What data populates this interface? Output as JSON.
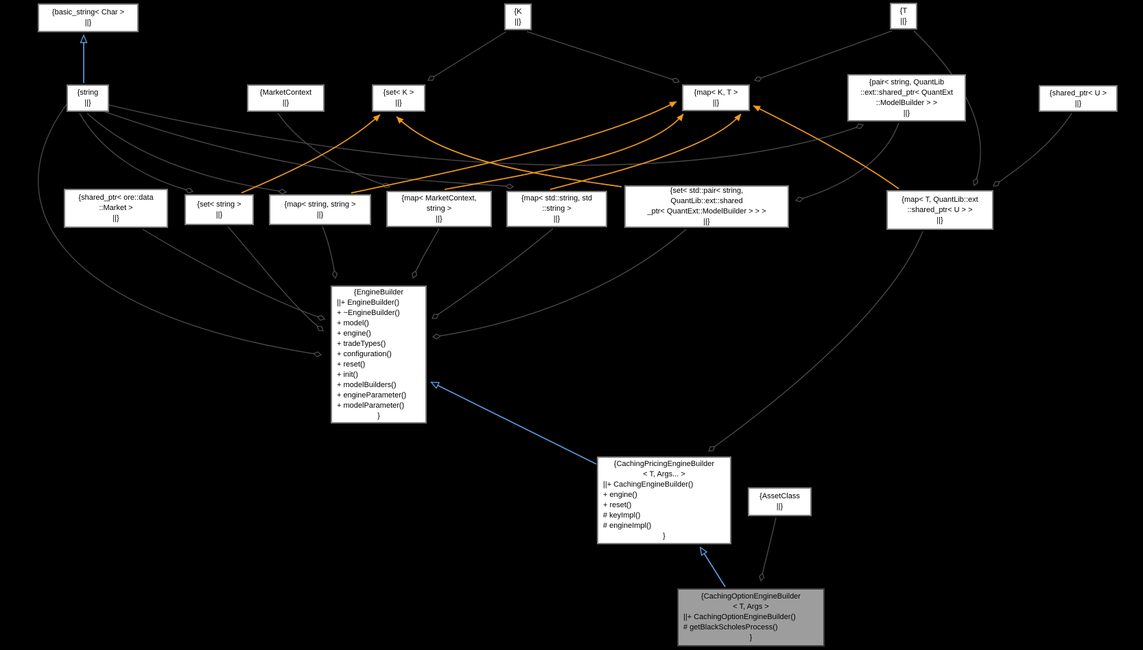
{
  "diagram_type": "doxygen-collaboration-graph",
  "colors": {
    "background": "#000000",
    "node_background": "#ffffff",
    "node_border": "#7c7c7c",
    "highlight_node_background": "#9d9d9d",
    "aggregation_edge": "#4c4c4c",
    "template_edge": "#f29a1d",
    "inheritance_edge": "#5a9bd8"
  },
  "nodes": {
    "basic_string": {
      "title": "{basic_string< Char >\n||}"
    },
    "string": {
      "title": "{string\n||}"
    },
    "market_context": {
      "title": "{MarketContext\n||}"
    },
    "set_k": {
      "title": "{set< K >\n||}"
    },
    "k": {
      "title": "{K\n||}"
    },
    "map_k_t": {
      "title": "{map< K, T >\n||}"
    },
    "t": {
      "title": "{T\n||}"
    },
    "pair_mb": {
      "title": "{pair< string, QuantLib\n::ext::shared_ptr< QuantExt\n::ModelBuilder > >\n||}"
    },
    "shared_ptr_u": {
      "title": "{shared_ptr< U >\n||}"
    },
    "shared_ptr_market": {
      "title": "{shared_ptr< ore::data\n::Market >\n||}"
    },
    "set_string": {
      "title": "{set< string >\n||}"
    },
    "map_string_string": {
      "title": "{map< string, string >\n||}"
    },
    "map_mc_string": {
      "title": "{map< MarketContext,\nstring >\n||}"
    },
    "map_std_string": {
      "title": "{map< std::string, std\n::string >\n||}"
    },
    "set_pair_mb": {
      "title": "{set< std::pair< string,\nQuantLib::ext::shared\n_ptr< QuantExt::ModelBuilder > > >\n||}"
    },
    "map_t_u": {
      "title": "{map< T, QuantLib::ext\n::shared_ptr< U > >\n||}"
    },
    "engine_builder": {
      "title": "{EngineBuilder",
      "members": "||+ EngineBuilder()\n+ ~EngineBuilder()\n+ model()\n+ engine()\n+ tradeTypes()\n+ configuration()\n+ reset()\n+ init()\n+ modelBuilders()\n+ engineParameter()\n+ modelParameter()",
      "close": "}"
    },
    "caching_pricing": {
      "title": "{CachingPricingEngineBuilder\n< T, Args... >",
      "members": "||+ CachingEngineBuilder()\n+ engine()\n+ reset()\n# keyImpl()\n# engineImpl()",
      "close": "}"
    },
    "asset_class": {
      "title": "{AssetClass\n||}"
    },
    "caching_option": {
      "title": "{CachingOptionEngineBuilder\n< T, Args >",
      "members": "||+ CachingOptionEngineBuilder()\n# getBlackScholesProcess()",
      "close": "}"
    }
  },
  "edges": [
    {
      "from": "string",
      "to": "basic_string< Char >",
      "type": "public-inheritance"
    },
    {
      "from": "CachingPricingEngineBuilder< T, Args... >",
      "to": "EngineBuilder",
      "type": "public-inheritance"
    },
    {
      "from": "CachingOptionEngineBuilder< T, Args >",
      "to": "CachingPricingEngineBuilder< T, Args... >",
      "type": "public-inheritance"
    },
    {
      "from": "K",
      "to": "set< K >",
      "type": "aggregation"
    },
    {
      "from": "K",
      "to": "map< K, T >",
      "type": "aggregation"
    },
    {
      "from": "T",
      "to": "map< K, T >",
      "type": "aggregation"
    },
    {
      "from": "T",
      "to": "map< T, QuantLib::ext::shared_ptr< U > >",
      "type": "aggregation"
    },
    {
      "from": "shared_ptr< U >",
      "to": "map< T, QuantLib::ext::shared_ptr< U > >",
      "type": "aggregation"
    },
    {
      "from": "pair< string, QuantLib::ext::shared_ptr< QuantExt::ModelBuilder > >",
      "to": "set< std::pair< string, QuantLib::ext::shared_ptr< QuantExt::ModelBuilder > > >",
      "type": "aggregation"
    },
    {
      "from": "MarketContext",
      "to": "map< MarketContext, string >",
      "type": "aggregation"
    },
    {
      "from": "string",
      "to": "set< string >",
      "type": "aggregation"
    },
    {
      "from": "string",
      "to": "map< string, string >",
      "type": "aggregation"
    },
    {
      "from": "string",
      "to": "map< std::string, std::string >",
      "type": "aggregation"
    },
    {
      "from": "string",
      "to": "pair< string, QuantLib::ext::shared_ptr< QuantExt::ModelBuilder > >",
      "type": "aggregation"
    },
    {
      "from": "string",
      "to": "EngineBuilder",
      "type": "aggregation"
    },
    {
      "from": "shared_ptr< ore::data::Market >",
      "to": "EngineBuilder",
      "type": "aggregation"
    },
    {
      "from": "set< string >",
      "to": "EngineBuilder",
      "type": "aggregation"
    },
    {
      "from": "map< string, string >",
      "to": "EngineBuilder",
      "type": "aggregation"
    },
    {
      "from": "map< MarketContext, string >",
      "to": "EngineBuilder",
      "type": "aggregation"
    },
    {
      "from": "map< std::string, std::string >",
      "to": "EngineBuilder",
      "type": "aggregation"
    },
    {
      "from": "set< std::pair< string, QuantLib::ext::shared_ptr< QuantExt::ModelBuilder > > >",
      "to": "EngineBuilder",
      "type": "aggregation"
    },
    {
      "from": "map< T, QuantLib::ext::shared_ptr< U > >",
      "to": "CachingPricingEngineBuilder< T, Args... >",
      "type": "aggregation"
    },
    {
      "from": "AssetClass",
      "to": "CachingOptionEngineBuilder< T, Args >",
      "type": "aggregation"
    },
    {
      "from": "set< string >",
      "to": "set< K >",
      "type": "template-instance"
    },
    {
      "from": "set< std::pair< string, QuantLib::ext::shared_ptr< QuantExt::ModelBuilder > > >",
      "to": "set< K >",
      "type": "template-instance"
    },
    {
      "from": "map< string, string >",
      "to": "map< K, T >",
      "type": "template-instance"
    },
    {
      "from": "map< MarketContext, string >",
      "to": "map< K, T >",
      "type": "template-instance"
    },
    {
      "from": "map< std::string, std::string >",
      "to": "map< K, T >",
      "type": "template-instance"
    },
    {
      "from": "map< T, QuantLib::ext::shared_ptr< U > >",
      "to": "map< K, T >",
      "type": "template-instance"
    }
  ]
}
